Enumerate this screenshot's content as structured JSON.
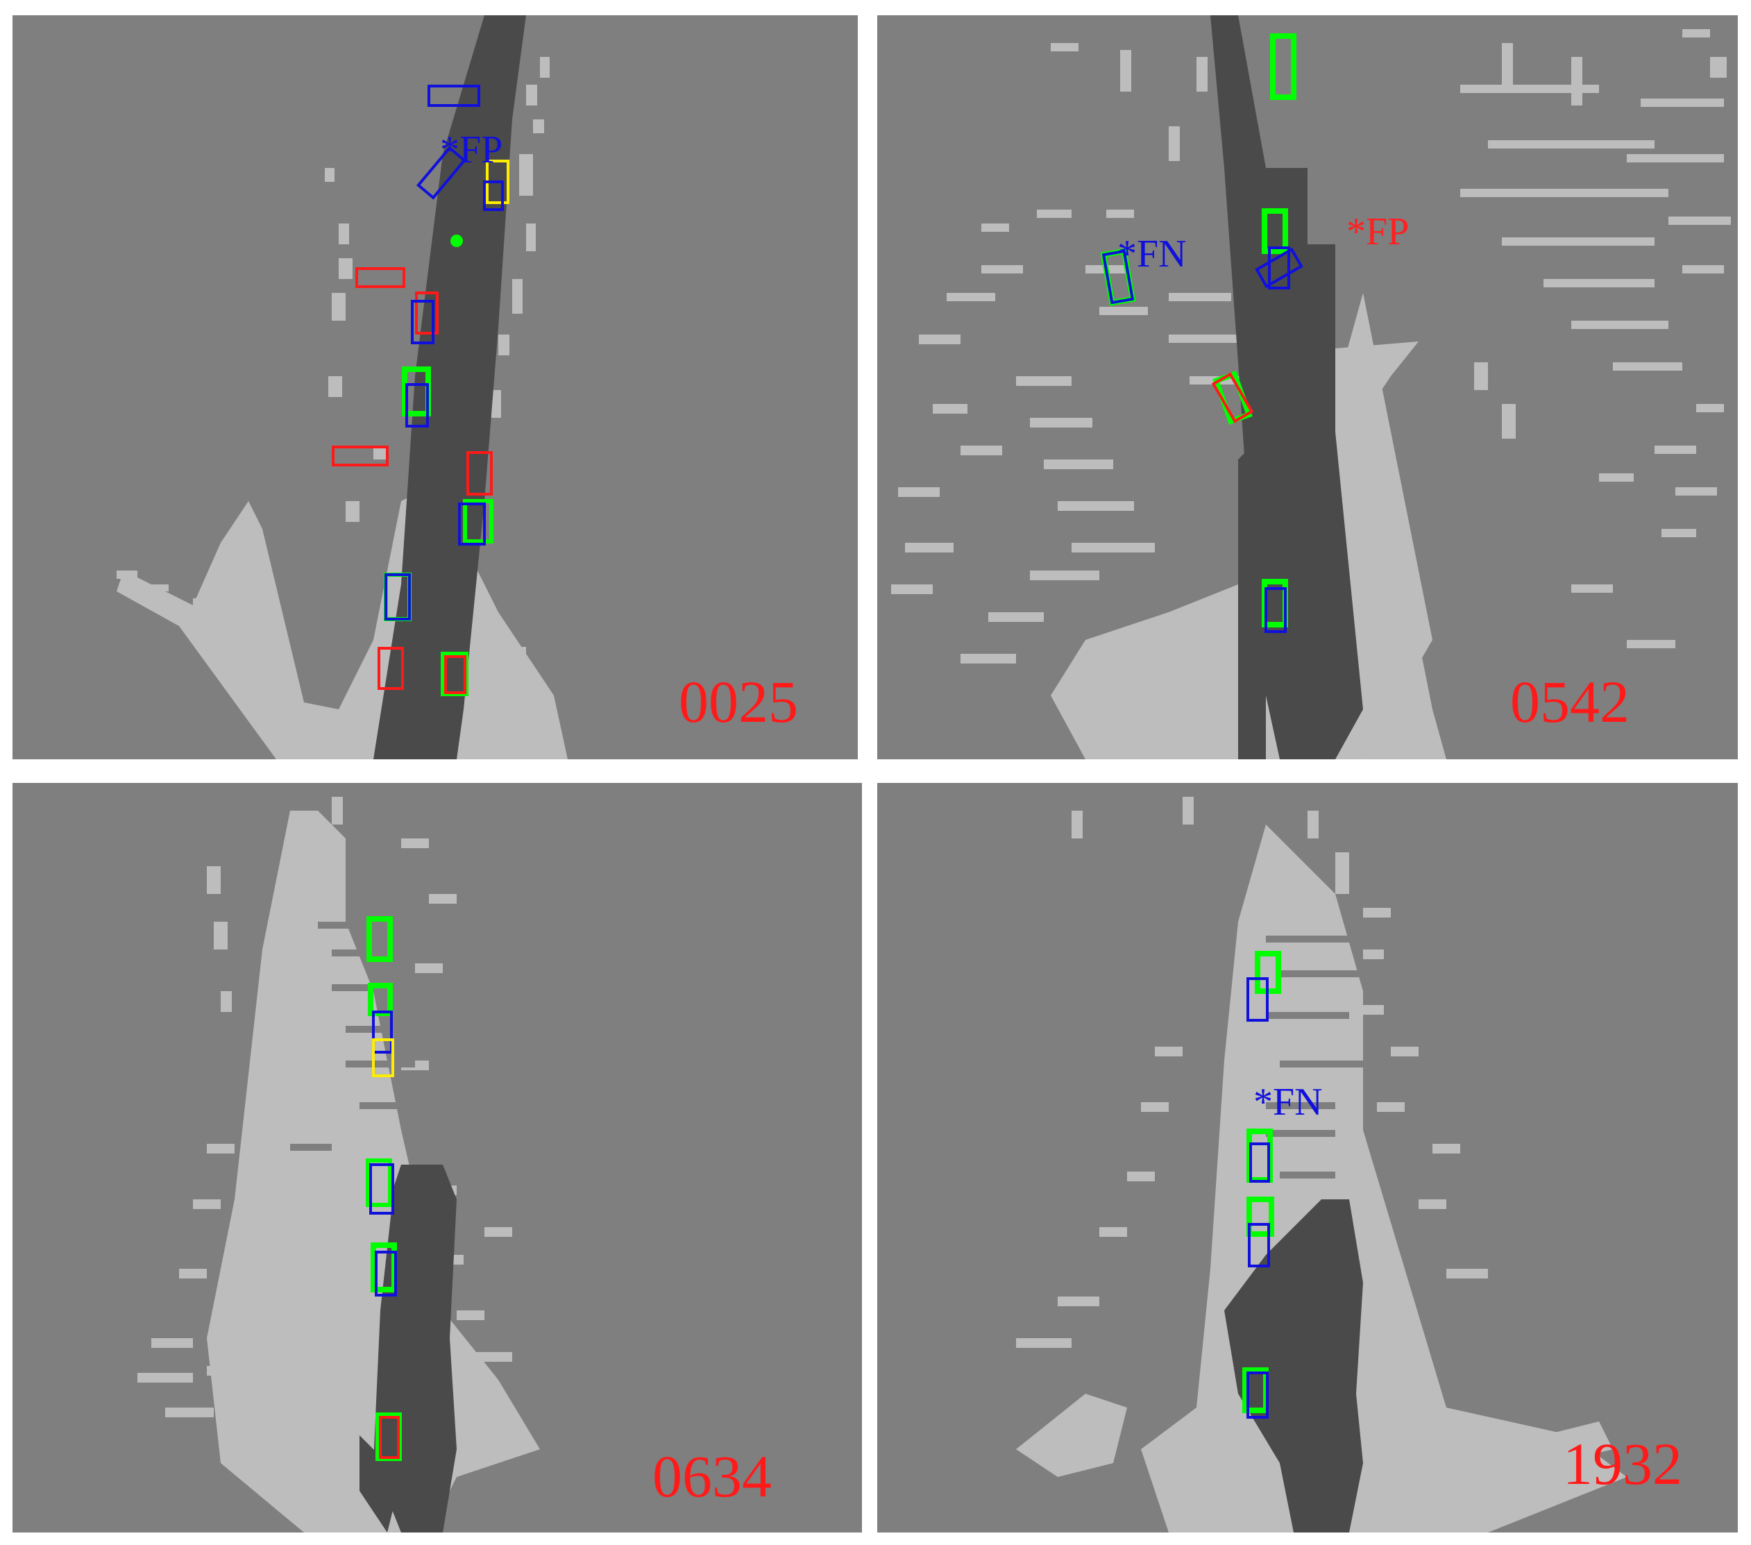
{
  "panels": [
    {
      "id": "tl",
      "frame": "0025",
      "notes": [
        {
          "text": "*FP",
          "color": "blue"
        }
      ]
    },
    {
      "id": "tr",
      "frame": "0542",
      "notes": [
        {
          "text": "*FN",
          "color": "blue"
        },
        {
          "text": "*FP",
          "color": "red"
        }
      ]
    },
    {
      "id": "bl",
      "frame": "0634",
      "notes": []
    },
    {
      "id": "br",
      "frame": "1932",
      "notes": [
        {
          "text": "*FN",
          "color": "blue"
        }
      ]
    }
  ],
  "colors": {
    "background": "#7f7f7f",
    "road": "#4a4a4a",
    "points": "#bdbdbd",
    "box_green": "#00ff00",
    "box_blue": "#1010dd",
    "box_red": "#ff1a1a",
    "box_yellow": "#ffee00"
  }
}
